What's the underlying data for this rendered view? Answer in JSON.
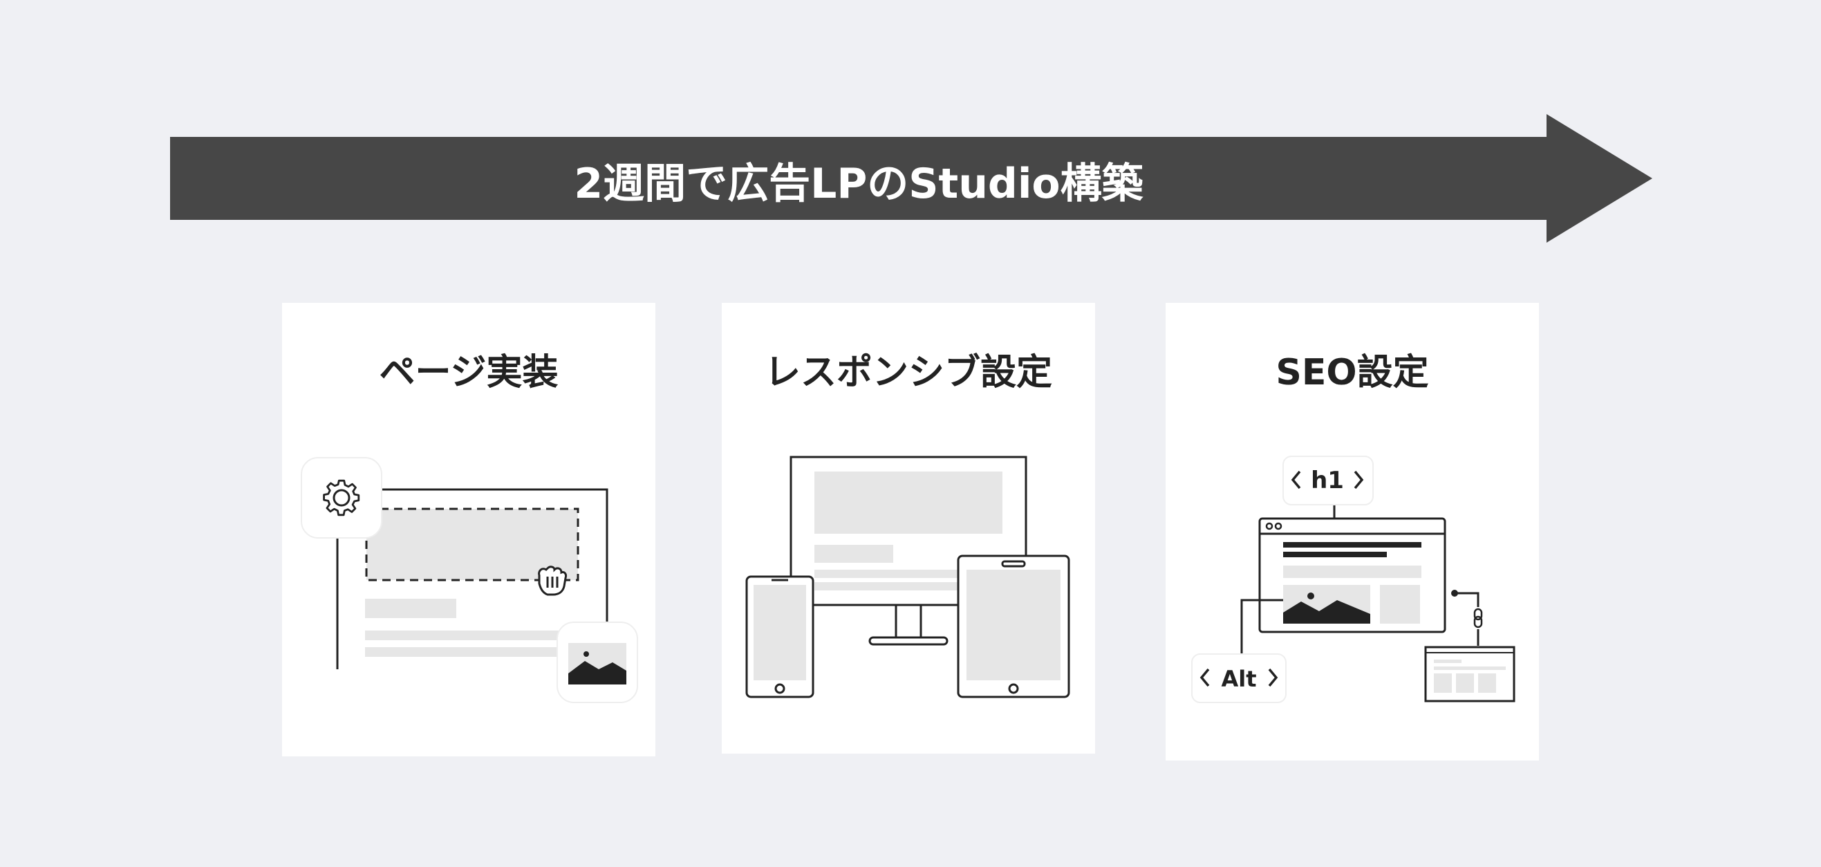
{
  "banner": {
    "title": "2週間で広告LPのStudio構築"
  },
  "cards": [
    {
      "title": "ページ実装"
    },
    {
      "title": "レスポンシブ設定"
    },
    {
      "title": "SEO設定",
      "tag_heading": "h1",
      "tag_alt": "Alt"
    }
  ],
  "colors": {
    "background": "#eff0f4",
    "arrow": "#474747",
    "card": "#ffffff",
    "line": "#222222",
    "placeholder": "#e6e6e6"
  },
  "icons": [
    "gear-icon",
    "image-icon",
    "grab-hand-icon",
    "link-icon",
    "chevron-left-icon",
    "chevron-right-icon"
  ]
}
